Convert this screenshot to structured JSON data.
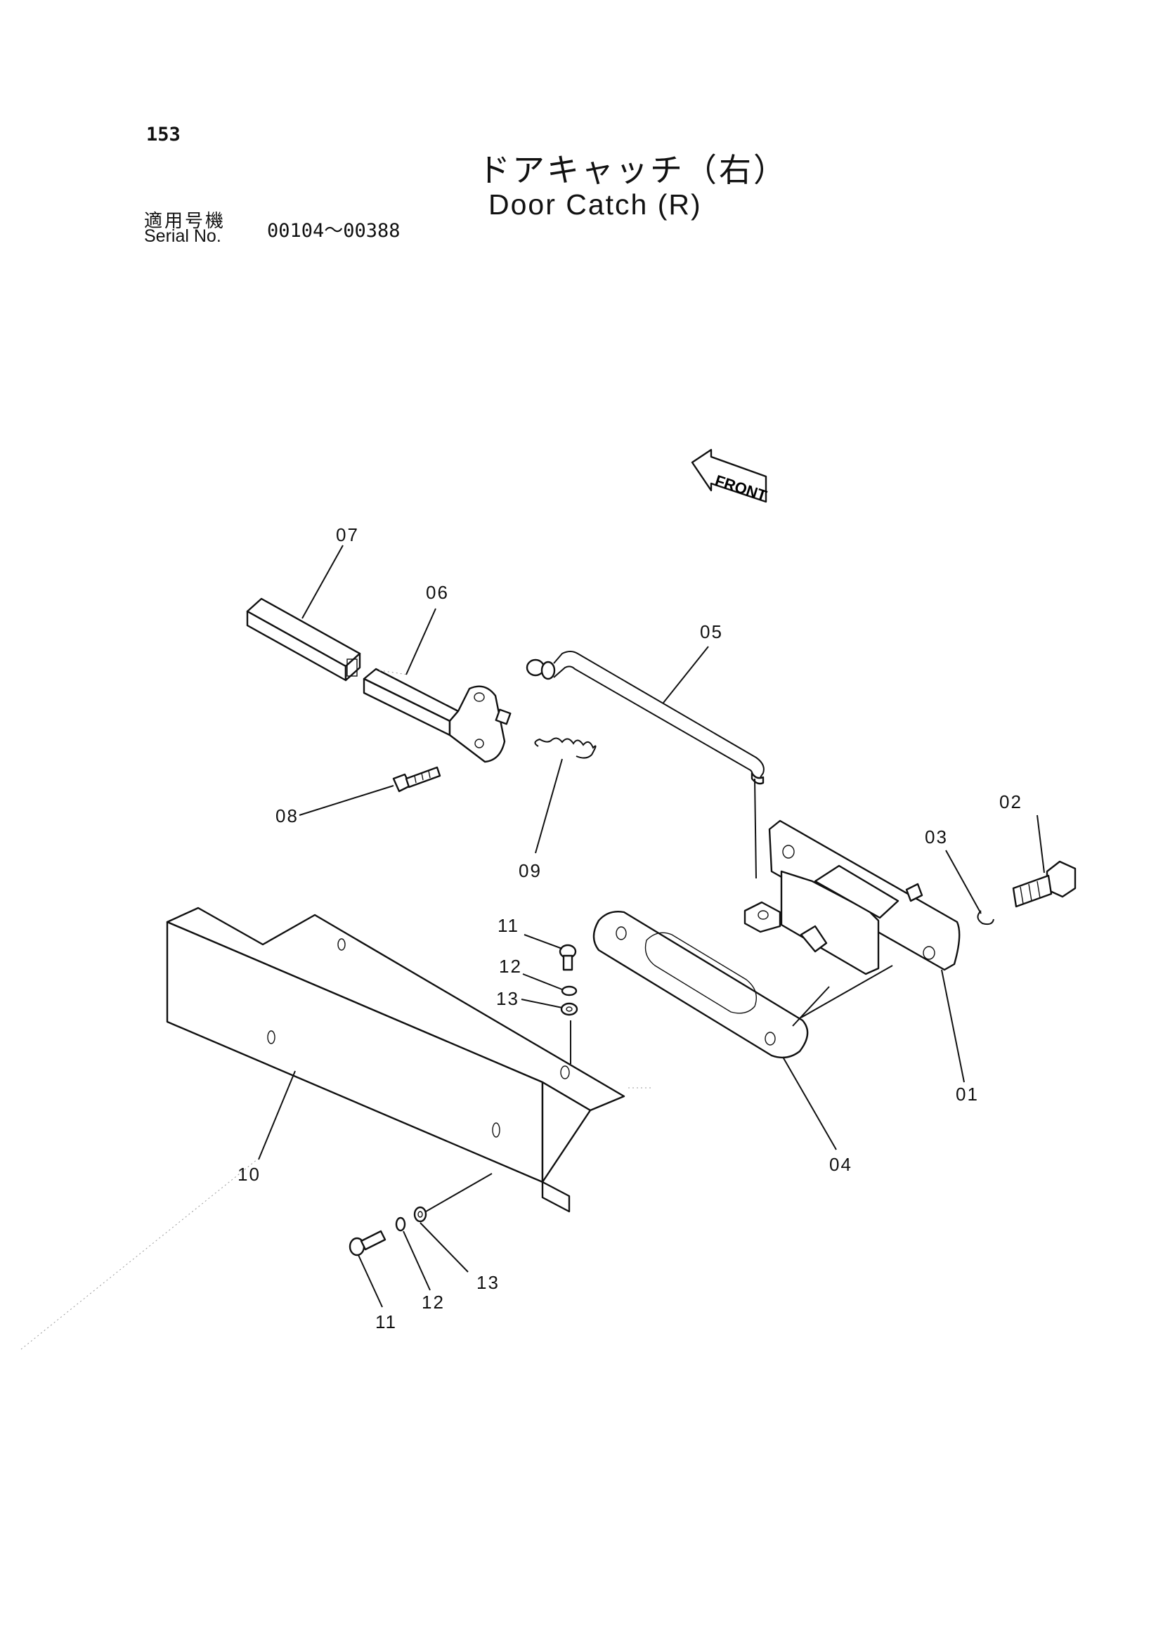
{
  "page_number": "153",
  "title": {
    "japanese": "ドアキャッチ（右）",
    "english": "Door Catch (R)"
  },
  "serial": {
    "label_ja": "適用号機",
    "label_en": "Serial No.",
    "range": "00104～00388"
  },
  "direction_label": "FRONT",
  "callouts": [
    {
      "id": "01",
      "text": "01"
    },
    {
      "id": "02",
      "text": "02"
    },
    {
      "id": "03",
      "text": "03"
    },
    {
      "id": "04",
      "text": "04"
    },
    {
      "id": "05",
      "text": "05"
    },
    {
      "id": "06",
      "text": "06"
    },
    {
      "id": "07",
      "text": "07"
    },
    {
      "id": "08",
      "text": "08"
    },
    {
      "id": "09",
      "text": "09"
    },
    {
      "id": "10",
      "text": "10"
    },
    {
      "id": "11",
      "text": "11"
    },
    {
      "id": "12",
      "text": "12"
    },
    {
      "id": "13",
      "text": "13"
    }
  ]
}
